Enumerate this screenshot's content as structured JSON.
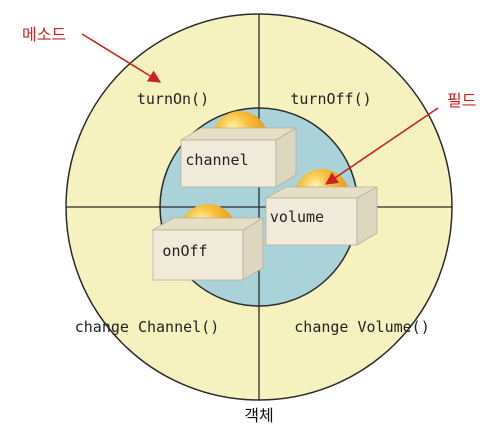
{
  "diagram": {
    "methods": {
      "top_left": "turnOn()",
      "top_right": "turnOff()",
      "bottom_left": "change Channel()",
      "bottom_right": "change Volume()"
    },
    "fields": [
      "channel",
      "volume",
      "onOff"
    ],
    "callouts": {
      "method": "메소드",
      "field": "필드"
    },
    "caption": "객체",
    "colors": {
      "outer_ring": "#f5f2bf",
      "inner_core": "#a9d3d8",
      "box_front": "#f0eadb",
      "box_side": "#ddd6c0",
      "ball": "#f2a12b",
      "callout": "#cc2222"
    }
  }
}
